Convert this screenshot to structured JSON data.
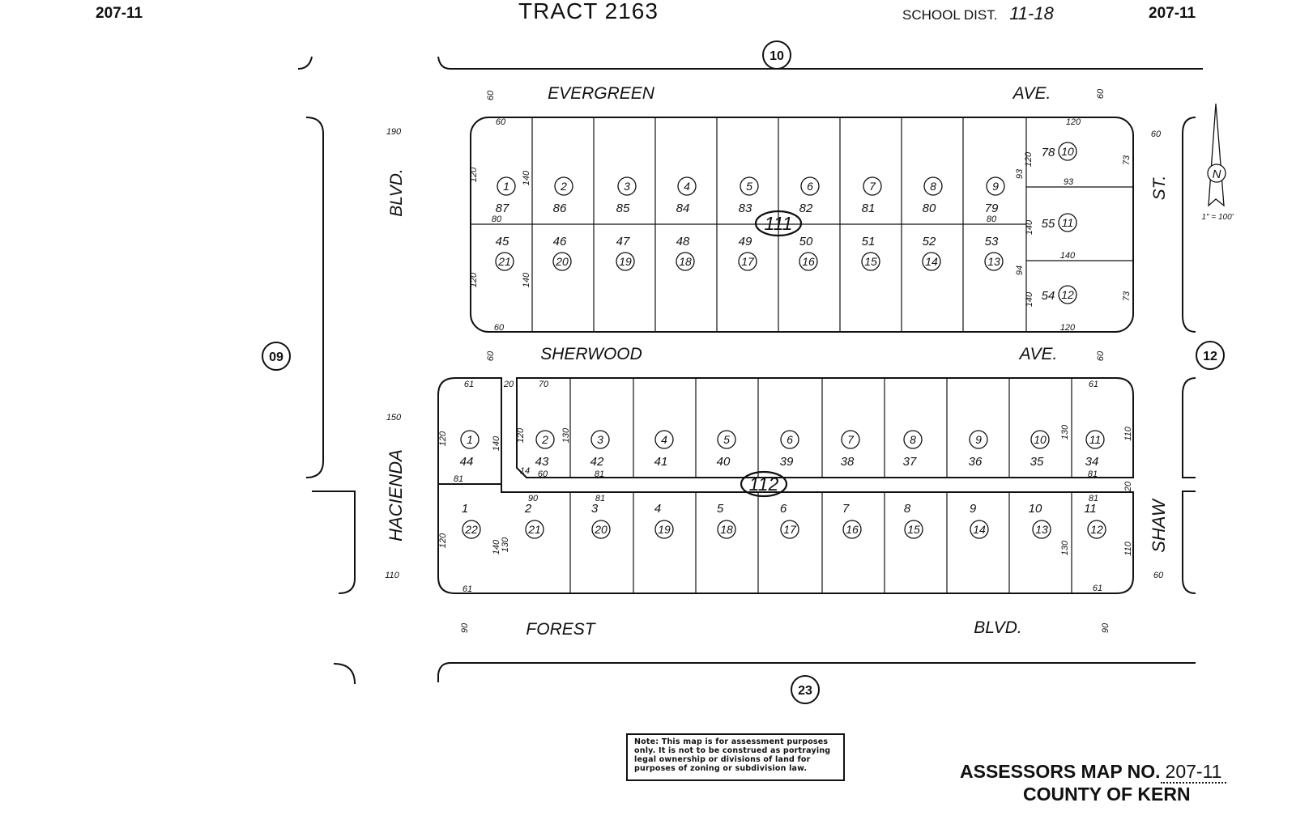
{
  "header": {
    "map_left": "207-11",
    "tract": "TRACT 2163",
    "school_dist_label": "SCHOOL DIST.",
    "school_dist_value": "11-18",
    "map_right": "207-11"
  },
  "streets": {
    "evergreen": "EVERGREEN",
    "evergreen_suffix": "AVE.",
    "sherwood": "SHERWOOD",
    "sherwood_suffix": "AVE.",
    "forest": "FOREST",
    "forest_suffix": "BLVD.",
    "hacienda": "HACIENDA",
    "hacienda_suffix": "BLVD.",
    "shaw": "SHAW",
    "shaw_suffix": "ST."
  },
  "adjacent_maps": {
    "north": "10",
    "west": "09",
    "east": "12",
    "south": "23"
  },
  "scale": "1\" = 100'",
  "north_arrow": "N",
  "blocks": [
    {
      "id": "111",
      "top_row": [
        {
          "parcel": "1",
          "lot": "87"
        },
        {
          "parcel": "2",
          "lot": "86"
        },
        {
          "parcel": "3",
          "lot": "85"
        },
        {
          "parcel": "4",
          "lot": "84"
        },
        {
          "parcel": "5",
          "lot": "83"
        },
        {
          "parcel": "6",
          "lot": "82"
        },
        {
          "parcel": "7",
          "lot": "81"
        },
        {
          "parcel": "8",
          "lot": "80"
        },
        {
          "parcel": "9",
          "lot": "79"
        }
      ],
      "bottom_row": [
        {
          "parcel": "21",
          "lot": "45"
        },
        {
          "parcel": "20",
          "lot": "46"
        },
        {
          "parcel": "19",
          "lot": "47"
        },
        {
          "parcel": "18",
          "lot": "48"
        },
        {
          "parcel": "17",
          "lot": "49"
        },
        {
          "parcel": "16",
          "lot": "50"
        },
        {
          "parcel": "15",
          "lot": "51"
        },
        {
          "parcel": "14",
          "lot": "52"
        },
        {
          "parcel": "13",
          "lot": "53"
        }
      ],
      "east_column": [
        {
          "parcel": "10",
          "lot": "78"
        },
        {
          "parcel": "11",
          "lot": "55"
        },
        {
          "parcel": "12",
          "lot": "54"
        }
      ]
    },
    {
      "id": "112",
      "top_row": [
        {
          "parcel": "1",
          "lot": "44"
        },
        {
          "parcel": "2",
          "lot": "43"
        },
        {
          "parcel": "3",
          "lot": "42"
        },
        {
          "parcel": "4",
          "lot": "41"
        },
        {
          "parcel": "5",
          "lot": "40"
        },
        {
          "parcel": "6",
          "lot": "39"
        },
        {
          "parcel": "7",
          "lot": "38"
        },
        {
          "parcel": "8",
          "lot": "37"
        },
        {
          "parcel": "9",
          "lot": "36"
        },
        {
          "parcel": "10",
          "lot": "35"
        },
        {
          "parcel": "11",
          "lot": "34"
        }
      ],
      "bottom_row": [
        {
          "parcel": "22",
          "lot": "1"
        },
        {
          "parcel": "21",
          "lot": "2"
        },
        {
          "parcel": "20",
          "lot": "3"
        },
        {
          "parcel": "19",
          "lot": "4"
        },
        {
          "parcel": "18",
          "lot": "5"
        },
        {
          "parcel": "17",
          "lot": "6"
        },
        {
          "parcel": "16",
          "lot": "7"
        },
        {
          "parcel": "15",
          "lot": "8"
        },
        {
          "parcel": "14",
          "lot": "9"
        },
        {
          "parcel": "13",
          "lot": "10"
        },
        {
          "parcel": "12",
          "lot": "11"
        }
      ]
    }
  ],
  "dimensions": {
    "street_widths": [
      "60",
      "60",
      "60",
      "60",
      "190",
      "150",
      "110",
      "60",
      "60",
      "90",
      "90"
    ],
    "b111": [
      "60",
      "120",
      "140",
      "80",
      "120",
      "140",
      "60",
      "120",
      "93",
      "140",
      "94",
      "140",
      "93",
      "73",
      "140",
      "73",
      "120",
      "80"
    ],
    "b112": [
      "61",
      "20",
      "70",
      "120",
      "140",
      "120",
      "130",
      "81",
      "14",
      "60",
      "81",
      "90",
      "81",
      "61",
      "120",
      "140",
      "130",
      "130",
      "110",
      "81",
      "20",
      "81",
      "130",
      "110",
      "61"
    ]
  },
  "note": "Note: This map is for assessment purposes only. It is not to be construed as portraying legal ownership or divisions of land for purposes of zoning or subdivision law.",
  "footer": {
    "assessors_label": "ASSESSORS MAP NO.",
    "assessors_number": "207-11",
    "county": "COUNTY OF KERN"
  }
}
